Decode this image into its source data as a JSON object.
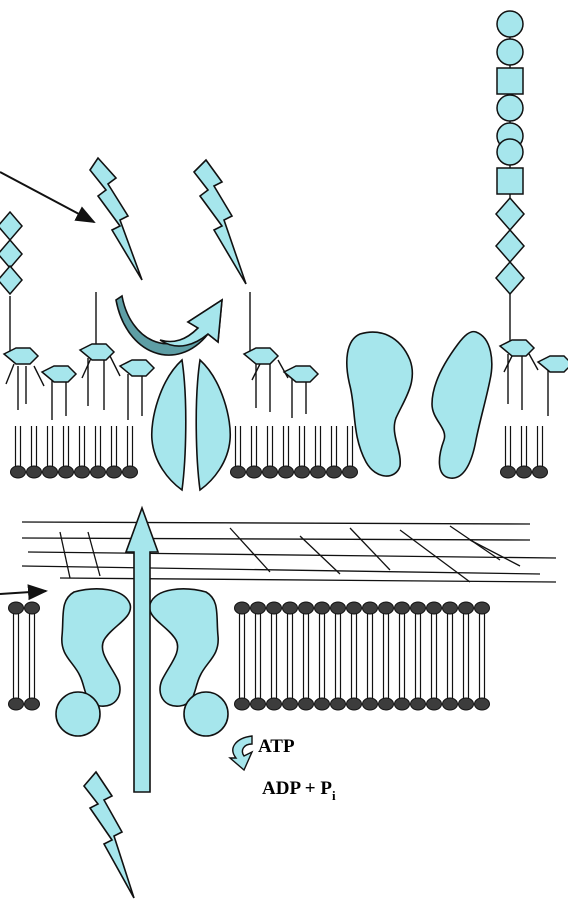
{
  "diagram": {
    "labels": {
      "atp": "ATP",
      "adp": "ADP + P",
      "adp_subscript": "i"
    },
    "colors": {
      "protein_fill": "#a6e6ec",
      "dark_arrow_fill": "#5e9ea5",
      "head_fill": "#3c3c3c",
      "stroke": "#111111"
    }
  }
}
